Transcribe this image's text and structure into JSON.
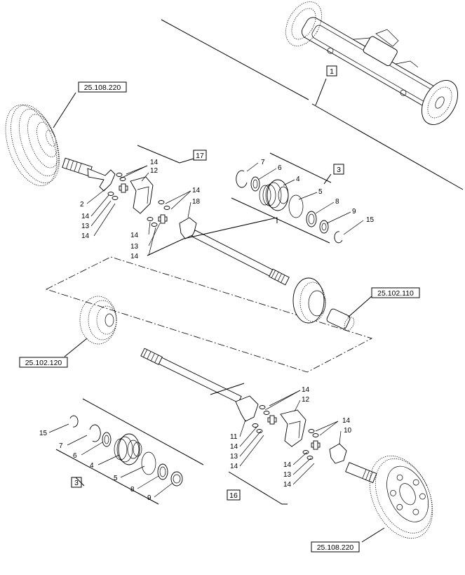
{
  "references": {
    "wheel_top_left": "25.108.220",
    "differential": "25.102.110",
    "planetary_hub": "25.102.120",
    "wheel_bottom_right": "25.108.220"
  },
  "groups": {
    "g1": "1",
    "g17": "17",
    "g3_top": "3",
    "g3_bottom": "3",
    "g16": "16"
  },
  "callouts": {
    "top_shaft": [
      {
        "id": "c14a",
        "label": "14"
      },
      {
        "id": "c12a",
        "label": "12"
      },
      {
        "id": "c2",
        "label": "2"
      },
      {
        "id": "c14b",
        "label": "14"
      },
      {
        "id": "c13a",
        "label": "13"
      },
      {
        "id": "c14c",
        "label": "14"
      },
      {
        "id": "c14d",
        "label": "14"
      },
      {
        "id": "c18",
        "label": "18"
      },
      {
        "id": "c14e",
        "label": "14"
      },
      {
        "id": "c13b",
        "label": "13"
      },
      {
        "id": "c14f",
        "label": "14"
      }
    ],
    "top_seal": [
      {
        "id": "c7a",
        "label": "7"
      },
      {
        "id": "c6a",
        "label": "6"
      },
      {
        "id": "c4a",
        "label": "4"
      },
      {
        "id": "c5a",
        "label": "5"
      },
      {
        "id": "c8a",
        "label": "8"
      },
      {
        "id": "c9a",
        "label": "9"
      },
      {
        "id": "c15a",
        "label": "15"
      }
    ],
    "bottom_seal": [
      {
        "id": "c15b",
        "label": "15"
      },
      {
        "id": "c7b",
        "label": "7"
      },
      {
        "id": "c6b",
        "label": "6"
      },
      {
        "id": "c4b",
        "label": "4"
      },
      {
        "id": "c5b",
        "label": "5"
      },
      {
        "id": "c8b",
        "label": "8"
      },
      {
        "id": "c9b",
        "label": "9"
      }
    ],
    "bottom_shaft": [
      {
        "id": "c14g",
        "label": "14"
      },
      {
        "id": "c12b",
        "label": "12"
      },
      {
        "id": "c14h",
        "label": "14"
      },
      {
        "id": "c10",
        "label": "10"
      },
      {
        "id": "c11",
        "label": "11"
      },
      {
        "id": "c14i",
        "label": "14"
      },
      {
        "id": "c13c",
        "label": "13"
      },
      {
        "id": "c14j",
        "label": "14"
      },
      {
        "id": "c14k",
        "label": "14"
      },
      {
        "id": "c13d",
        "label": "13"
      },
      {
        "id": "c14l",
        "label": "14"
      }
    ]
  }
}
